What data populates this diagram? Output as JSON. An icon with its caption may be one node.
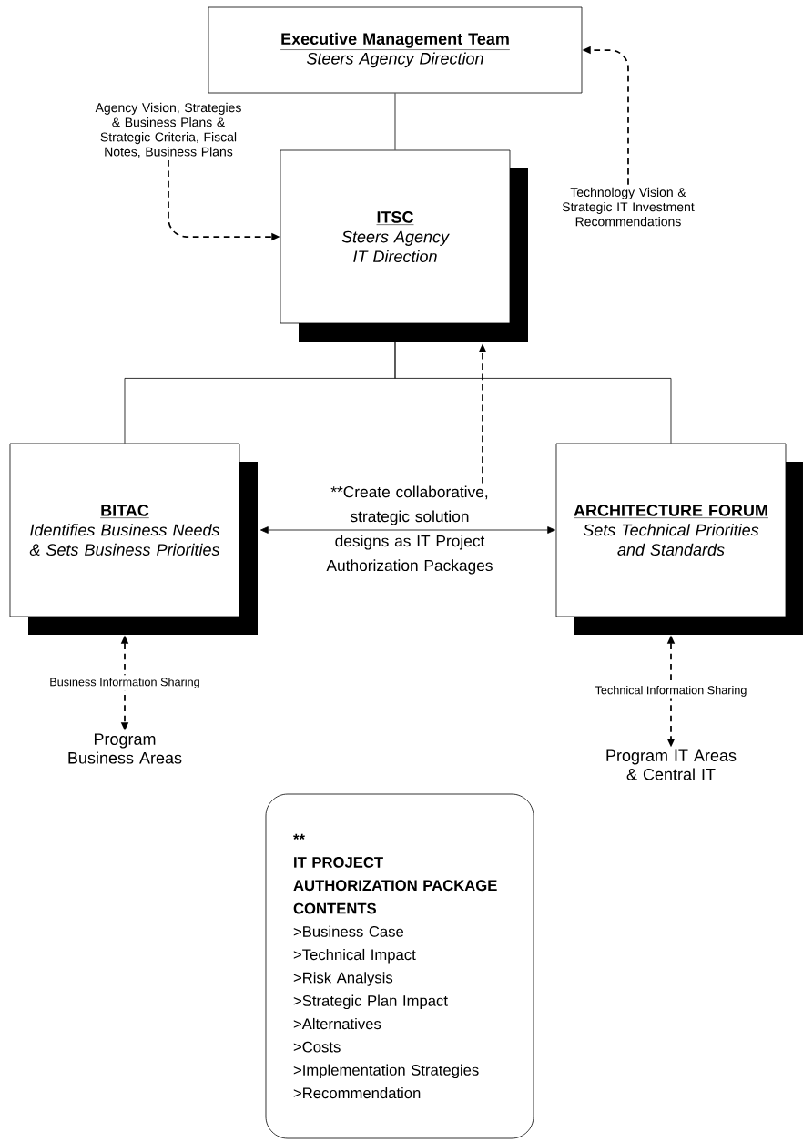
{
  "diagram": {
    "nodes": [
      {
        "text": [
          "Executive Management Team",
          "Steers Agency Direction"
        ]
      },
      {
        "text": [
          "ITSC",
          "Steers Agency IT Direction"
        ]
      },
      {
        "text": [
          "BITAC",
          "Identifies Business Needs & Sets Business Priorities"
        ]
      },
      {
        "text": [
          "ARCHITECTURE FORUM",
          "Sets Technical Priorities and Standards"
        ]
      },
      {
        "text": [
          "Agency Vision, Strategies & Business Plans & Strategic Criteria, Fiscal Notes, Business Plans"
        ]
      },
      {
        "text": [
          "Technology Vision & Strategic IT Investment Recommendations"
        ]
      },
      {
        "text": [
          "**Create collaborative, strategic solution designs as IT Project Authorization Packages"
        ]
      },
      {
        "text": [
          "Program Business Areas"
        ]
      },
      {
        "text": [
          "Program IT Areas & Central IT"
        ]
      },
      {
        "text": [
          "**",
          "IT PROJECT AUTHORIZATION PACKAGE CONTENTS",
          ">Business Case",
          ">Technical Impact",
          ">Risk Analysis",
          ">Strategic Plan Impact",
          ">Alternatives",
          ">Costs",
          ">Implementation Strategies",
          ">Recommendation"
        ]
      }
    ],
    "edges": [
      {
        "from": 0,
        "to": 1,
        "arrow": "none"
      },
      {
        "from": 1,
        "to": 2,
        "arrow": "none"
      },
      {
        "from": 1,
        "to": 3,
        "arrow": "none"
      },
      {
        "from": 4,
        "to": 1,
        "arrow": "to",
        "style": "dashed"
      },
      {
        "from": 5,
        "to": 0,
        "arrow": "to",
        "style": "dashed"
      },
      {
        "from": 6,
        "to": 1,
        "arrow": "to",
        "style": "dashed"
      },
      {
        "from": 2,
        "to": 3,
        "arrow": "both"
      },
      {
        "from": 2,
        "to": 7,
        "arrow": "both",
        "style": "dashed",
        "label": "Business Information Sharing"
      },
      {
        "from": 3,
        "to": 8,
        "arrow": "both",
        "style": "dashed",
        "label": "Technical Information Sharing"
      }
    ]
  }
}
